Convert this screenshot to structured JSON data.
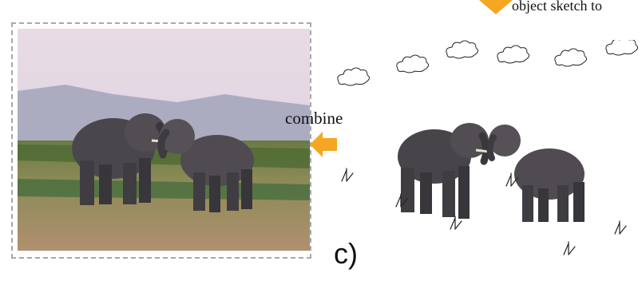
{
  "labels": {
    "combine": "combine",
    "top_caption": "object sketch to",
    "panel": "c)"
  },
  "colors": {
    "arrow": "#f5a623",
    "frame_border": "#a9a9a9",
    "elephant": "#45424a",
    "elephant_dark": "#2f2c33"
  },
  "icons": {
    "combine_arrow": "arrow-left-icon",
    "top_arrow": "arrow-down-icon",
    "cloud": "cloud-sketch-icon",
    "grass": "grass-sketch-icon"
  }
}
